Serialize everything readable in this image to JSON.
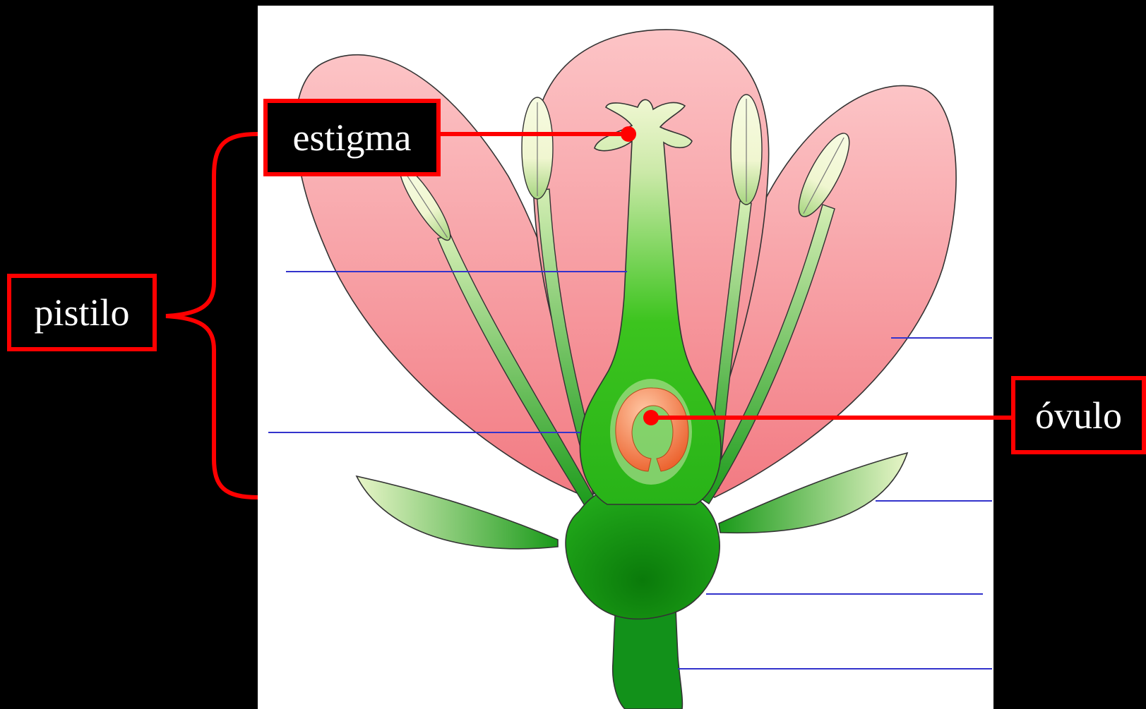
{
  "labels": {
    "estigma": "estigma",
    "pistilo": "pistilo",
    "ovulo": "óvulo"
  },
  "colors": {
    "background": "#000000",
    "panel": "#ffffff",
    "callout": "#ff0000",
    "leader_lines": "#3333cc",
    "petal": "#f48f95",
    "green_dark": "#0d8a0d",
    "green_light": "#35c21c",
    "anther": "#f1f6d6",
    "ovule": "#e85a2a"
  }
}
